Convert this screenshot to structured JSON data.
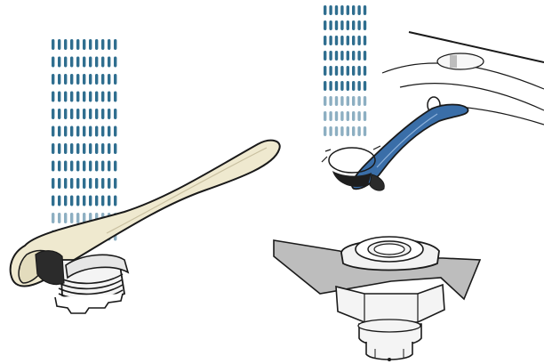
{
  "figure": {
    "panels": [
      {
        "id": "left",
        "subject": "aerator-removal-tool-on-aerator",
        "icon": "water-spray-icon"
      },
      {
        "id": "top-right",
        "subject": "tool-inserted-under-faucet",
        "icon": "water-spray-icon"
      },
      {
        "id": "bottom-right",
        "subject": "aerator-thread-detail",
        "icon": "aerator-icon"
      }
    ],
    "colors": {
      "water": "#2f6e8f",
      "tool_left": "#efe9cf",
      "tool_right": "#3a6ea8",
      "outline": "#1a1a1a",
      "metal": "#f2f2f2",
      "shadow": "#bdbdbd"
    }
  }
}
